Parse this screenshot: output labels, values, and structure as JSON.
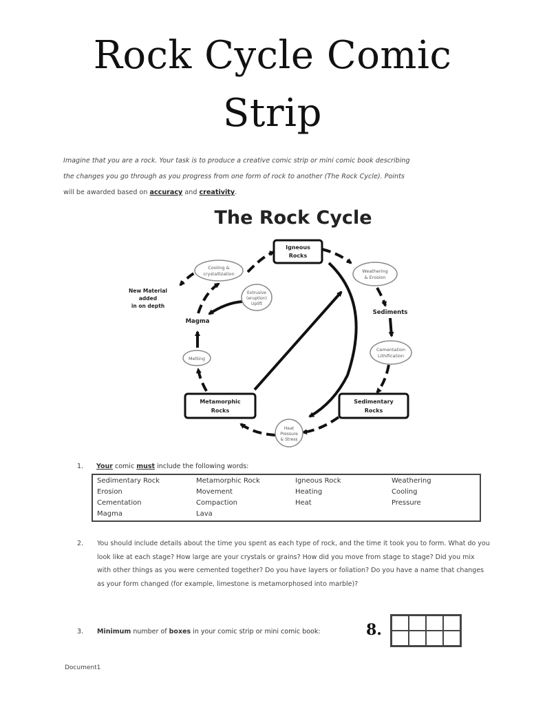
{
  "title": {
    "line1": "Rock Cycle Comic",
    "line2": "Strip"
  },
  "intro": {
    "line1": "Imagine that you are a rock.  Your task is to produce a creative comic strip or mini comic book describing",
    "line2": "the changes you go through as you progress from one form of rock to another (The Rock Cycle).  Points",
    "line3_prefix": "will be awarded based on",
    "accuracy": "accuracy",
    "and": "and",
    "creativity": "creativity",
    "period": "."
  },
  "diagram": {
    "title": "The Rock Cycle",
    "igneous": [
      "Igneous",
      "Rocks"
    ],
    "sedimentary": [
      "Sedimentary",
      "Rocks"
    ],
    "metamorphic": [
      "Metamorphic",
      "Rocks"
    ],
    "magma": "Magma",
    "sediments": "Sediments",
    "new_material": [
      "New Material",
      "added",
      "in on depth"
    ],
    "cooling": [
      "Cooling &",
      "crystallization"
    ],
    "extrusive": [
      "Extrusive",
      "(eruption)",
      "Uplift"
    ],
    "weathering": [
      "Weathering",
      "& Erosion"
    ],
    "cementation": [
      "Cementation",
      "Lithification"
    ],
    "heat_pressure": [
      "Heat",
      "Pressure",
      "& Stress"
    ],
    "melting": "Melting"
  },
  "item1": {
    "num": "1.",
    "your": "Your",
    "comic": "comic",
    "must": "must",
    "rest": "include the following words:",
    "words": [
      [
        "Sedimentary Rock",
        "Metamorphic Rock",
        "Igneous Rock",
        "Weathering"
      ],
      [
        "Erosion",
        "Movement",
        "Heating",
        "Cooling"
      ],
      [
        "Cementation",
        "Compaction",
        "Heat",
        "Pressure"
      ],
      [
        "Magma",
        "Lava",
        "",
        ""
      ]
    ]
  },
  "item2": {
    "num": "2.",
    "text": "You should include details about the time you spent as each type of rock, and the time it took you to form.  What do you look like at each stage?  How large are your crystals or grains?  How did you move from stage to stage?  Did you mix with other things as you were cemented together?  Do you have layers or foliation?  Do you have a name that changes as your form changed (for example, limestone is metamorphosed into marble)?"
  },
  "item3": {
    "num": "3.",
    "minimum": "Minimum",
    "number_of": "number of",
    "boxes": "boxes",
    "rest": "in your comic strip or mini comic book:",
    "count": "8."
  },
  "footer": "Document1"
}
